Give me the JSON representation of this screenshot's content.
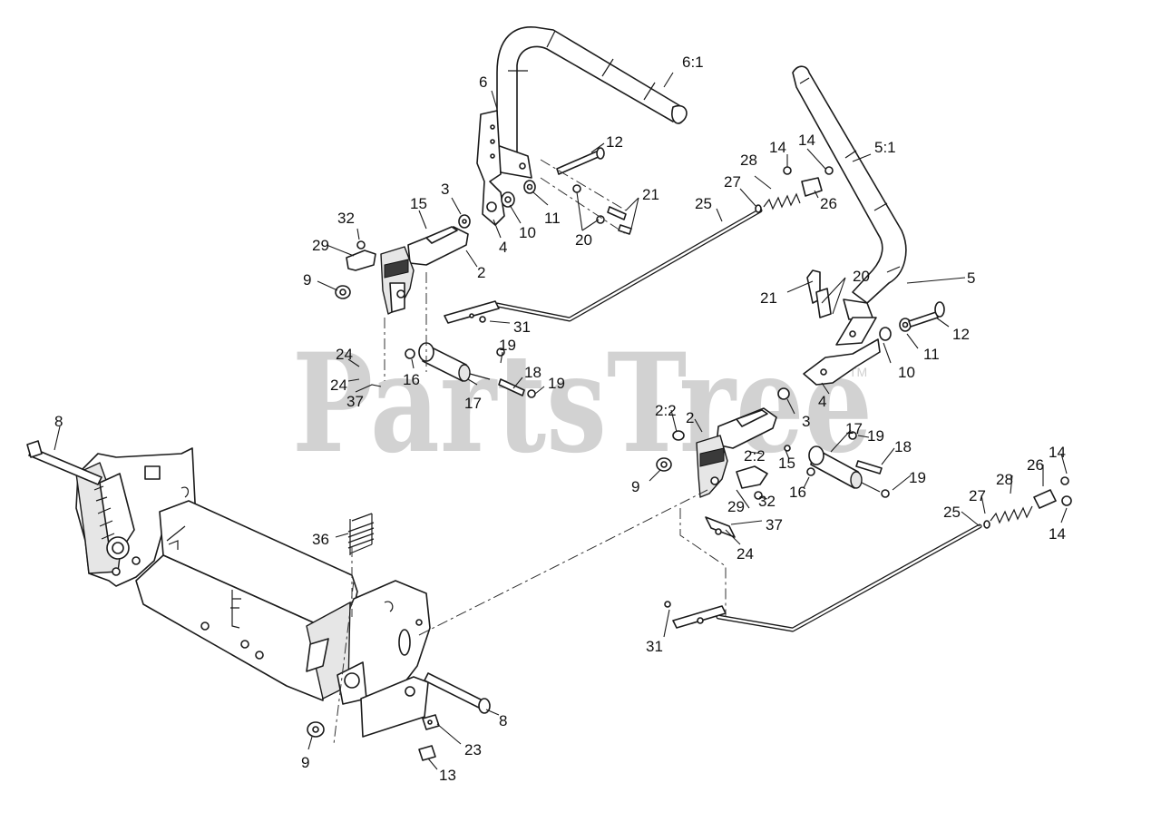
{
  "watermark": {
    "text": "PartsTree",
    "trademark": "TM"
  },
  "callouts": [
    {
      "id": "c1",
      "text": "6:1"
    },
    {
      "id": "c2",
      "text": "6"
    },
    {
      "id": "c3",
      "text": "12"
    },
    {
      "id": "c4",
      "text": "14"
    },
    {
      "id": "c5",
      "text": "14"
    },
    {
      "id": "c6",
      "text": "5:1"
    },
    {
      "id": "c7",
      "text": "28"
    },
    {
      "id": "c8",
      "text": "27"
    },
    {
      "id": "c9",
      "text": "26"
    },
    {
      "id": "c10",
      "text": "21"
    },
    {
      "id": "c11",
      "text": "3"
    },
    {
      "id": "c12",
      "text": "25"
    },
    {
      "id": "c13",
      "text": "32"
    },
    {
      "id": "c14",
      "text": "15"
    },
    {
      "id": "c15",
      "text": "11"
    },
    {
      "id": "c16",
      "text": "10"
    },
    {
      "id": "c17",
      "text": "20"
    },
    {
      "id": "c18",
      "text": "29"
    },
    {
      "id": "c19",
      "text": "4"
    },
    {
      "id": "c20",
      "text": "2"
    },
    {
      "id": "c21",
      "text": "9"
    },
    {
      "id": "c22",
      "text": "5"
    },
    {
      "id": "c23",
      "text": "20"
    },
    {
      "id": "c24",
      "text": "21"
    },
    {
      "id": "c25",
      "text": "31"
    },
    {
      "id": "c26",
      "text": "12"
    },
    {
      "id": "c27",
      "text": "19"
    },
    {
      "id": "c28",
      "text": "24"
    },
    {
      "id": "c29",
      "text": "16"
    },
    {
      "id": "c30",
      "text": "18"
    },
    {
      "id": "c31",
      "text": "11"
    },
    {
      "id": "c32",
      "text": "24"
    },
    {
      "id": "c33",
      "text": "19"
    },
    {
      "id": "c34",
      "text": "37"
    },
    {
      "id": "c35",
      "text": "17"
    },
    {
      "id": "c36",
      "text": "10"
    },
    {
      "id": "c37",
      "text": "4"
    },
    {
      "id": "c38",
      "text": "3"
    },
    {
      "id": "c39",
      "text": "8"
    },
    {
      "id": "c40",
      "text": "2:2"
    },
    {
      "id": "c41",
      "text": "2"
    },
    {
      "id": "c42",
      "text": "17"
    },
    {
      "id": "c43",
      "text": "19"
    },
    {
      "id": "c44",
      "text": "2:2"
    },
    {
      "id": "c45",
      "text": "18"
    },
    {
      "id": "c46",
      "text": "15"
    },
    {
      "id": "c47",
      "text": "14"
    },
    {
      "id": "c48",
      "text": "9"
    },
    {
      "id": "c49",
      "text": "16"
    },
    {
      "id": "c50",
      "text": "32"
    },
    {
      "id": "c51",
      "text": "19"
    },
    {
      "id": "c52",
      "text": "26"
    },
    {
      "id": "c53",
      "text": "28"
    },
    {
      "id": "c54",
      "text": "29"
    },
    {
      "id": "c55",
      "text": "27"
    },
    {
      "id": "c56",
      "text": "37"
    },
    {
      "id": "c57",
      "text": "25"
    },
    {
      "id": "c58",
      "text": "14"
    },
    {
      "id": "c59",
      "text": "36"
    },
    {
      "id": "c60",
      "text": "24"
    },
    {
      "id": "c61",
      "text": "31"
    },
    {
      "id": "c62",
      "text": "8"
    },
    {
      "id": "c63",
      "text": "23"
    },
    {
      "id": "c64",
      "text": "9"
    },
    {
      "id": "c65",
      "text": "13"
    }
  ]
}
